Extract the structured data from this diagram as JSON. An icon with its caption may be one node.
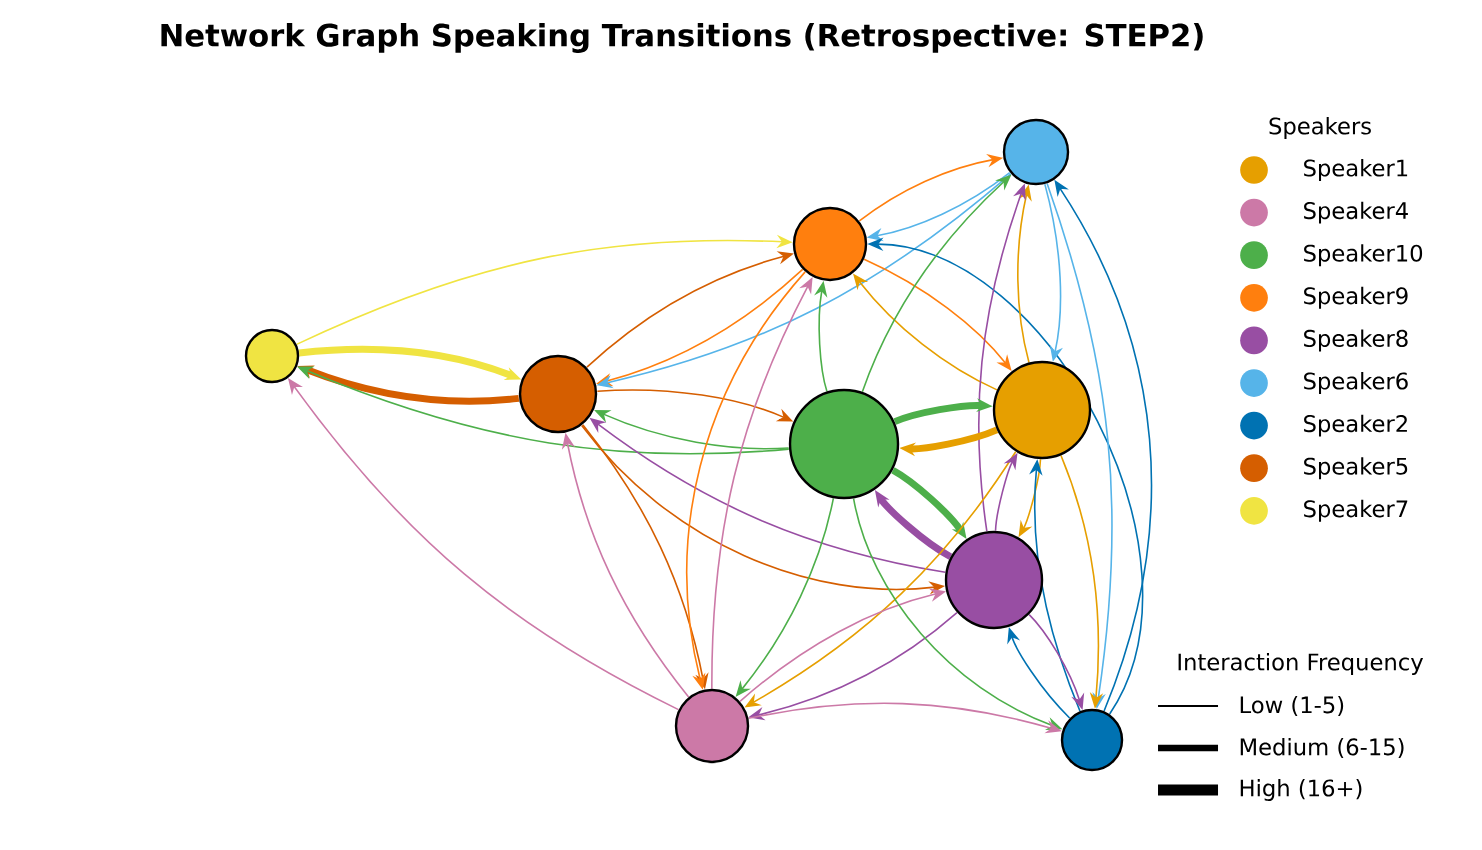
{
  "diagram": {
    "title": "Network Graph Speaking Transitions (Retrospective: STEP2)",
    "nodes": [
      {
        "text": [],
        "shape": "circle"
      },
      {
        "text": [],
        "shape": "circle"
      },
      {
        "text": [],
        "shape": "circle"
      },
      {
        "text": [],
        "shape": "circle"
      },
      {
        "text": [],
        "shape": "circle"
      },
      {
        "text": [],
        "shape": "circle"
      },
      {
        "text": [],
        "shape": "circle"
      },
      {
        "text": [],
        "shape": "circle"
      },
      {
        "text": [],
        "shape": "circle"
      }
    ],
    "edges": [
      {
        "from": 1,
        "to": 0,
        "arrow": "to",
        "style": "thick",
        "color": "#d55e00"
      },
      {
        "from": 0,
        "to": 1,
        "arrow": "to",
        "style": "thick",
        "color": "#f0e442"
      },
      {
        "from": 0,
        "to": 3,
        "arrow": "to",
        "color": "#f0e442"
      },
      {
        "from": 4,
        "to": 0,
        "arrow": "to",
        "color": "#4daf4a"
      },
      {
        "from": 2,
        "to": 0,
        "arrow": "to",
        "color": "#cc79a7"
      },
      {
        "from": 1,
        "to": 3,
        "arrow": "to",
        "color": "#d55e00"
      },
      {
        "from": 3,
        "to": 1,
        "arrow": "to",
        "color": "#ff7f0e"
      },
      {
        "from": 6,
        "to": 1,
        "arrow": "to",
        "color": "#56b4e9"
      },
      {
        "from": 4,
        "to": 1,
        "arrow": "to",
        "color": "#4daf4a"
      },
      {
        "from": 5,
        "to": 1,
        "arrow": "to",
        "color": "#984ea3"
      },
      {
        "from": 1,
        "to": 4,
        "arrow": "to",
        "color": "#d55e00"
      },
      {
        "from": 1,
        "to": 2,
        "arrow": "to",
        "color": "#d55e00"
      },
      {
        "from": 1,
        "to": 5,
        "arrow": "to",
        "color": "#d55e00"
      },
      {
        "from": 2,
        "to": 1,
        "arrow": "to",
        "color": "#cc79a7"
      },
      {
        "from": 6,
        "to": 3,
        "arrow": "to",
        "color": "#56b4e9"
      },
      {
        "from": 3,
        "to": 6,
        "arrow": "to",
        "color": "#ff7f0e"
      },
      {
        "from": 3,
        "to": 7,
        "arrow": "to",
        "color": "#ff7f0e"
      },
      {
        "from": 7,
        "to": 3,
        "arrow": "to",
        "color": "#e69f00"
      },
      {
        "from": 8,
        "to": 3,
        "arrow": "to",
        "color": "#0072b2"
      },
      {
        "from": 4,
        "to": 3,
        "arrow": "to",
        "color": "#4daf4a"
      },
      {
        "from": 2,
        "to": 3,
        "arrow": "to",
        "color": "#cc79a7"
      },
      {
        "from": 4,
        "to": 6,
        "arrow": "to",
        "color": "#4daf4a"
      },
      {
        "from": 7,
        "to": 6,
        "arrow": "to",
        "color": "#e69f00"
      },
      {
        "from": 5,
        "to": 6,
        "arrow": "to",
        "color": "#984ea3"
      },
      {
        "from": 8,
        "to": 6,
        "arrow": "to",
        "color": "#0072b2"
      },
      {
        "from": 6,
        "to": 7,
        "arrow": "to",
        "color": "#56b4e9"
      },
      {
        "from": 7,
        "to": 4,
        "arrow": "to",
        "style": "thick",
        "color": "#e69f00"
      },
      {
        "from": 4,
        "to": 7,
        "arrow": "to",
        "style": "thick",
        "color": "#4daf4a"
      },
      {
        "from": 4,
        "to": 5,
        "arrow": "to",
        "style": "thick",
        "color": "#4daf4a"
      },
      {
        "from": 5,
        "to": 4,
        "arrow": "to",
        "style": "thick",
        "color": "#984ea3"
      },
      {
        "from": 3,
        "to": 2,
        "arrow": "to",
        "color": "#ff7f0e"
      },
      {
        "from": 4,
        "to": 2,
        "arrow": "to",
        "color": "#4daf4a"
      },
      {
        "from": 7,
        "to": 2,
        "arrow": "to",
        "color": "#e69f00"
      },
      {
        "from": 5,
        "to": 2,
        "arrow": "to",
        "color": "#984ea3"
      },
      {
        "from": 2,
        "to": 5,
        "arrow": "to",
        "color": "#cc79a7"
      },
      {
        "from": 7,
        "to": 5,
        "arrow": "to",
        "color": "#e69f00"
      },
      {
        "from": 5,
        "to": 7,
        "arrow": "to",
        "color": "#984ea3"
      },
      {
        "from": 8,
        "to": 5,
        "arrow": "to",
        "color": "#0072b2"
      },
      {
        "from": 8,
        "to": 7,
        "arrow": "to",
        "color": "#0072b2"
      },
      {
        "from": 4,
        "to": 8,
        "arrow": "to",
        "color": "#4daf4a"
      },
      {
        "from": 2,
        "to": 8,
        "arrow": "to",
        "color": "#cc79a7"
      },
      {
        "from": 5,
        "to": 8,
        "arrow": "to",
        "color": "#984ea3"
      },
      {
        "from": 6,
        "to": 8,
        "arrow": "to",
        "color": "#56b4e9"
      },
      {
        "from": 7,
        "to": 8,
        "arrow": "to",
        "color": "#e69f00"
      }
    ],
    "labels": [
      "Speakers",
      "Interaction Frequency"
    ],
    "legend": [
      {
        "text": "Speaker1",
        "color": "#e69f00"
      },
      {
        "text": "Speaker4",
        "color": "#cc79a7"
      },
      {
        "text": "Speaker10",
        "color": "#4daf4a"
      },
      {
        "text": "Speaker9",
        "color": "#ff7f0e"
      },
      {
        "text": "Speaker8",
        "color": "#984ea3"
      },
      {
        "text": "Speaker6",
        "color": "#56b4e9"
      },
      {
        "text": "Speaker2",
        "color": "#0072b2"
      },
      {
        "text": "Speaker5",
        "color": "#d55e00"
      },
      {
        "text": "Speaker7",
        "color": "#f0e442"
      },
      {
        "text": "Low (1-5)"
      },
      {
        "text": "Medium (6-15)"
      },
      {
        "text": "High (16+)"
      }
    ]
  }
}
